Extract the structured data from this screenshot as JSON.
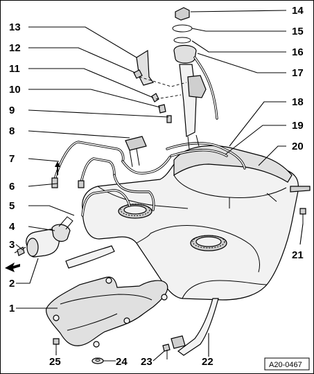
{
  "figure": {
    "reference_code": "A20-0467",
    "callouts": [
      {
        "id": "1",
        "label": "1"
      },
      {
        "id": "2",
        "label": "2"
      },
      {
        "id": "3",
        "label": "3"
      },
      {
        "id": "4",
        "label": "4"
      },
      {
        "id": "5",
        "label": "5"
      },
      {
        "id": "6",
        "label": "6"
      },
      {
        "id": "7",
        "label": "7"
      },
      {
        "id": "8",
        "label": "8"
      },
      {
        "id": "9",
        "label": "9"
      },
      {
        "id": "10",
        "label": "10"
      },
      {
        "id": "11",
        "label": "11"
      },
      {
        "id": "12",
        "label": "12"
      },
      {
        "id": "13",
        "label": "13"
      },
      {
        "id": "14",
        "label": "14"
      },
      {
        "id": "15",
        "label": "15"
      },
      {
        "id": "16",
        "label": "16"
      },
      {
        "id": "17",
        "label": "17"
      },
      {
        "id": "18",
        "label": "18"
      },
      {
        "id": "19",
        "label": "19"
      },
      {
        "id": "20",
        "label": "20"
      },
      {
        "id": "21",
        "label": "21"
      },
      {
        "id": "22",
        "label": "22"
      },
      {
        "id": "23",
        "label": "23"
      },
      {
        "id": "24",
        "label": "24"
      },
      {
        "id": "25",
        "label": "25"
      }
    ]
  }
}
